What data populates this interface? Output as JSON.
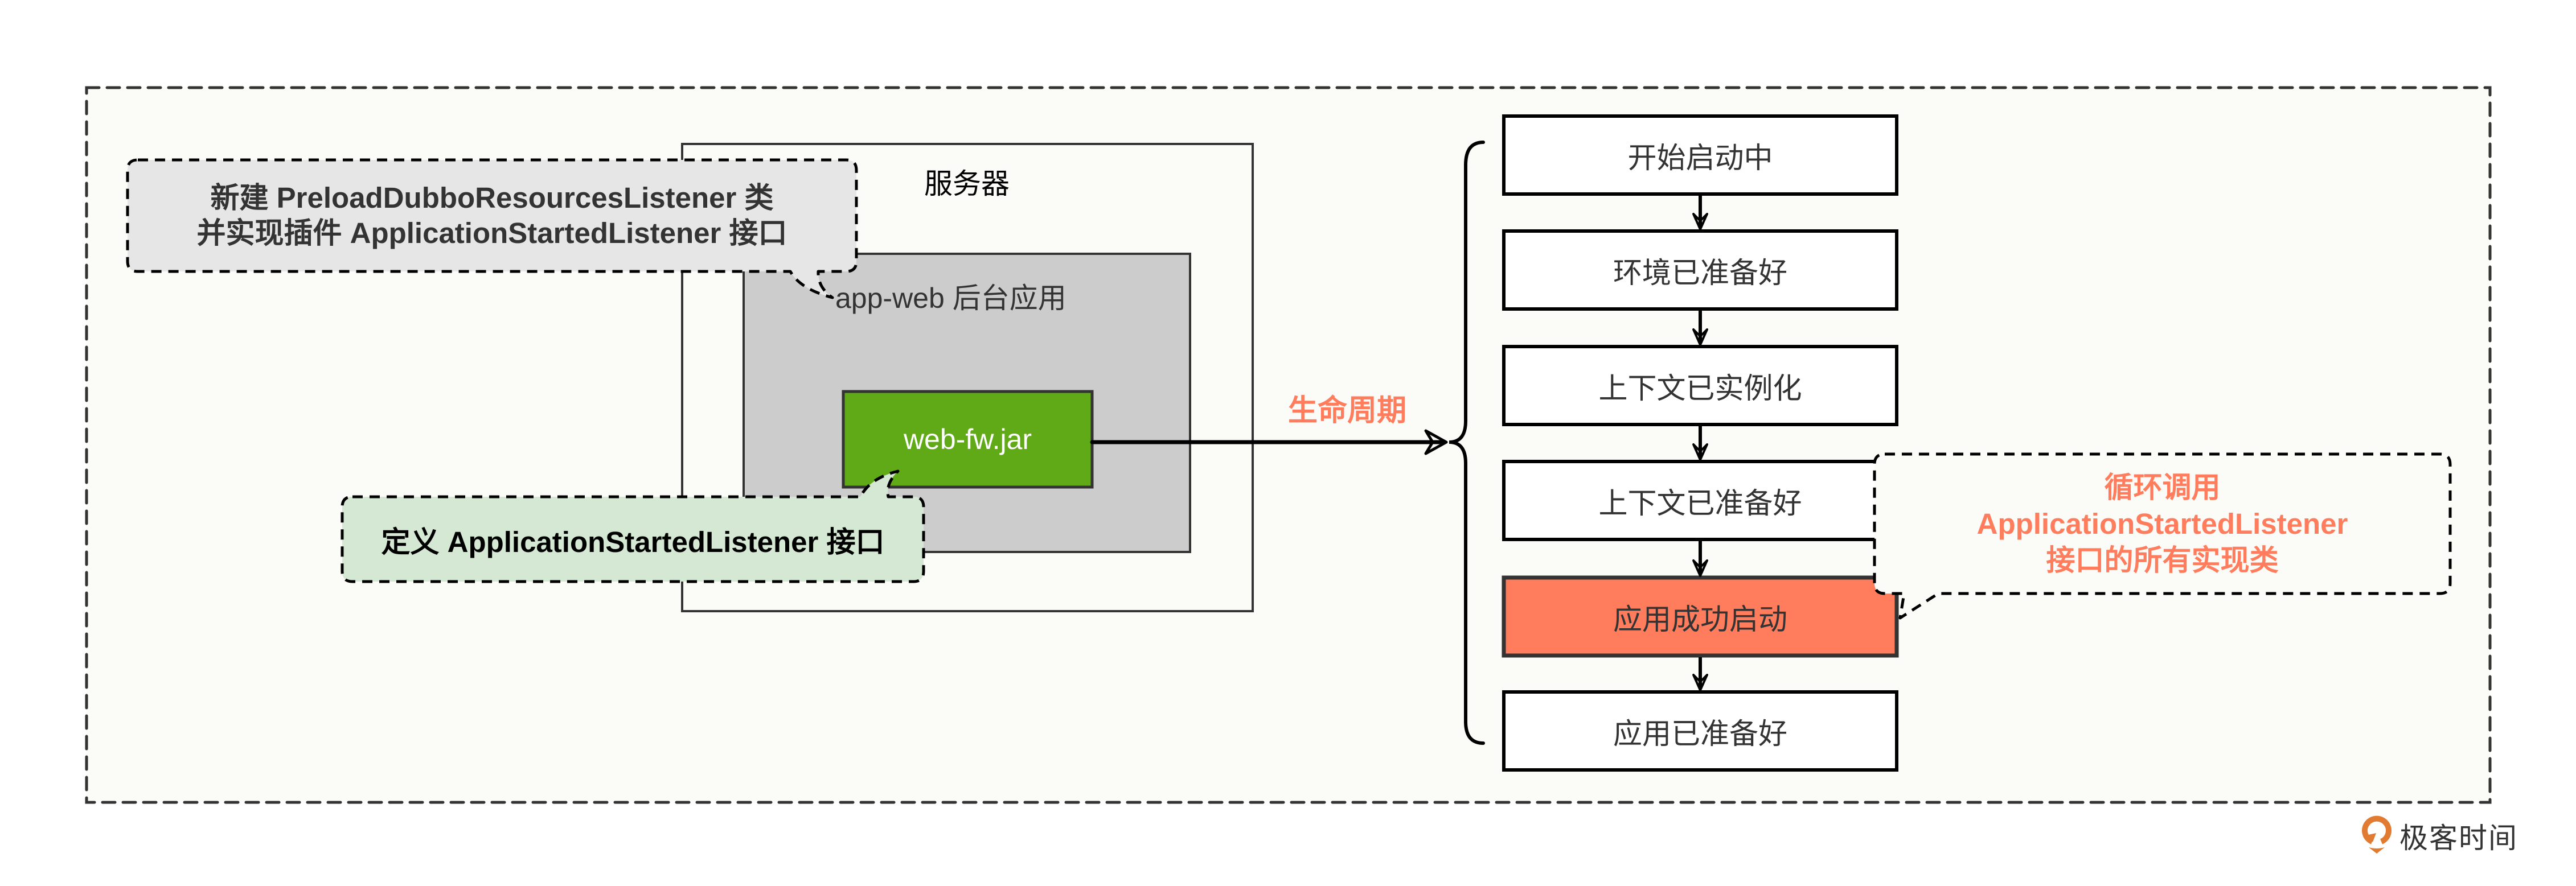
{
  "colors": {
    "panel_fill": "#FBFBF8",
    "border": "#333333",
    "app_fill": "#CCCCCC",
    "jar_fill": "#60A917",
    "callout_gray_fill": "#E6E6E6",
    "callout_green_fill": "#D5E8D4",
    "callout_plain_fill": "#FBFBF8",
    "accent": "#FF7C5C",
    "stage_fill": "#FFFFFF",
    "stage_highlight_fill": "#FF7C5C",
    "logo_orange": "#E07B31"
  },
  "server": {
    "label": "服务器"
  },
  "app_web": {
    "label": "app-web 后台应用"
  },
  "jar": {
    "label": "web-fw.jar"
  },
  "callouts": {
    "new_listener": {
      "lines": [
        "新建 PreloadDubboResourcesListener 类",
        "并实现插件 ApplicationStartedListener 接口"
      ]
    },
    "define_interface": {
      "text": "定义 ApplicationStartedListener 接口"
    },
    "loop_invoke": {
      "lines": [
        "循环调用",
        "ApplicationStartedListener",
        "接口的所有实现类"
      ]
    }
  },
  "lifecycle": {
    "label": "生命周期",
    "stages": [
      {
        "label": "开始启动中",
        "highlighted": false
      },
      {
        "label": "环境已准备好",
        "highlighted": false
      },
      {
        "label": "上下文已实例化",
        "highlighted": false
      },
      {
        "label": "上下文已准备好",
        "highlighted": false
      },
      {
        "label": "应用成功启动",
        "highlighted": true
      },
      {
        "label": "应用已准备好",
        "highlighted": false
      }
    ]
  },
  "logo": {
    "text": "极客时间",
    "icon": "geektime-logo-icon"
  }
}
